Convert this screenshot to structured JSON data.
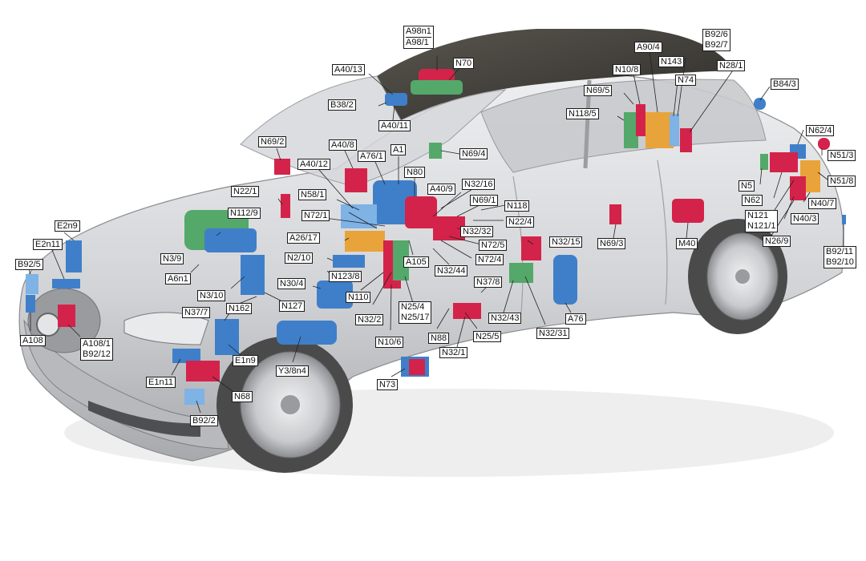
{
  "colors": {
    "red": "#d4234a",
    "blue": "#3f7fc9",
    "light_blue": "#7fb2e5",
    "green": "#54a86a",
    "orange": "#e8a43a",
    "body": "#d9dadc",
    "glass": "#c6c8cb",
    "roof": "#3e3c39",
    "tire": "#4a4a4a"
  },
  "labels": {
    "A98n1": "A98n1",
    "A98_1": "A98/1",
    "N70": "N70",
    "A40_13": "A40/13",
    "B38_2": "B38/2",
    "A40_11": "A40/11",
    "N69_2": "N69/2",
    "A40_8": "A40/8",
    "A76_1": "A76/1",
    "A1": "A1",
    "N69_4": "N69/4",
    "A40_12": "A40/12",
    "N80": "N80",
    "N22_1": "N22/1",
    "N58_1": "N58/1",
    "N32_16": "N32/16",
    "A40_9": "A40/9",
    "N69_1": "N69/1",
    "N118": "N118",
    "N112_9": "N112/9",
    "N72_1": "N72/1",
    "N22_4": "N22/4",
    "N32_32": "N32/32",
    "A26_17": "A26/17",
    "N72_5": "N72/5",
    "N32_15": "N32/15",
    "N2_10": "N2/10",
    "N72_4": "N72/4",
    "A105": "A105",
    "N32_44": "N32/44",
    "N37_8": "N37/8",
    "N3_9": "N3/9",
    "A6n1": "A6n1",
    "N3_10": "N3/10",
    "N123_8": "N123/8",
    "N30_4": "N30/4",
    "N110": "N110",
    "N162": "N162",
    "N127": "N127",
    "N25_4": "N25/4",
    "N25_17": "N25/17",
    "N37_7": "N37/7",
    "N32_2": "N32/2",
    "N32_43": "N32/43",
    "A76": "A76",
    "N88": "N88",
    "N25_5": "N25/5",
    "N32_31": "N32/31",
    "N10_6": "N10/6",
    "E2n9": "E2n9",
    "E2n11": "E2n11",
    "B92_5": "B92/5",
    "A108": "A108",
    "A108_1": "A108/1",
    "B92_12": "B92/12",
    "E1n9": "E1n9",
    "E1n11": "E1n11",
    "Y3_8n4": "Y3/8n4",
    "N32_1": "N32/1",
    "N73": "N73",
    "N68": "N68",
    "B92_2": "B92/2",
    "A90_4": "A90/4",
    "B92_6": "B92/6",
    "B92_7": "B92/7",
    "N10_8": "N10/8",
    "N143": "N143",
    "N28_1": "N28/1",
    "N69_5": "N69/5",
    "N74": "N74",
    "N118_5": "N118/5",
    "B84_3": "B84/3",
    "N62_4": "N62/4",
    "N51_3": "N51/3",
    "N5": "N5",
    "N51_8": "N51/8",
    "N62": "N62",
    "N40_7": "N40/7",
    "N121": "N121",
    "N121_1": "N121/1",
    "N40_3": "N40/3",
    "N26_9": "N26/9",
    "N69_3": "N69/3",
    "M40": "M40",
    "B92_11": "B92/11",
    "B92_10": "B92/10"
  }
}
